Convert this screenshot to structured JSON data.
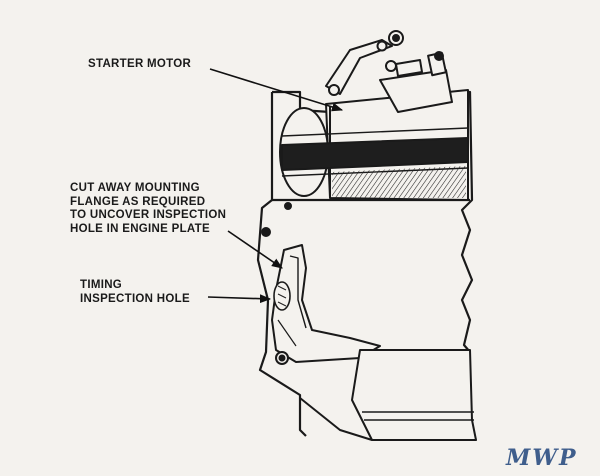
{
  "labels": {
    "starter_motor": "STARTER MOTOR",
    "mounting_flange": [
      "CUT AWAY MOUNTING",
      "FLANGE AS REQUIRED",
      "TO UNCOVER INSPECTION",
      "HOLE IN ENGINE PLATE"
    ],
    "timing_hole": [
      "TIMING",
      "INSPECTION HOLE"
    ]
  },
  "watermark": "MWP",
  "colors": {
    "ink": "#1a1a1a",
    "paper": "#f4f2ee",
    "watermark": "#3f5e8c"
  }
}
